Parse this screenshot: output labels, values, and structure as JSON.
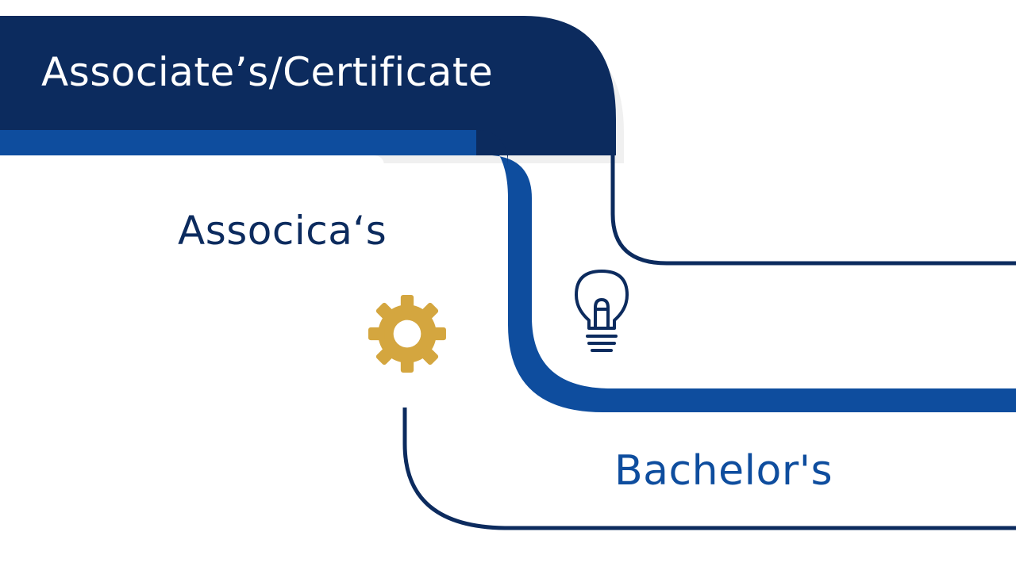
{
  "labels": {
    "top": "Associate’s/Certificate",
    "middle": "Associca‘s",
    "bottom": "Bachelor's"
  },
  "icons": {
    "gear": "gear-icon",
    "bulb": "lightbulb-icon"
  },
  "colors": {
    "navy": "#0c2b5e",
    "blue": "#0e4d9e",
    "gold": "#d4a63f",
    "background": "#ffffff"
  }
}
